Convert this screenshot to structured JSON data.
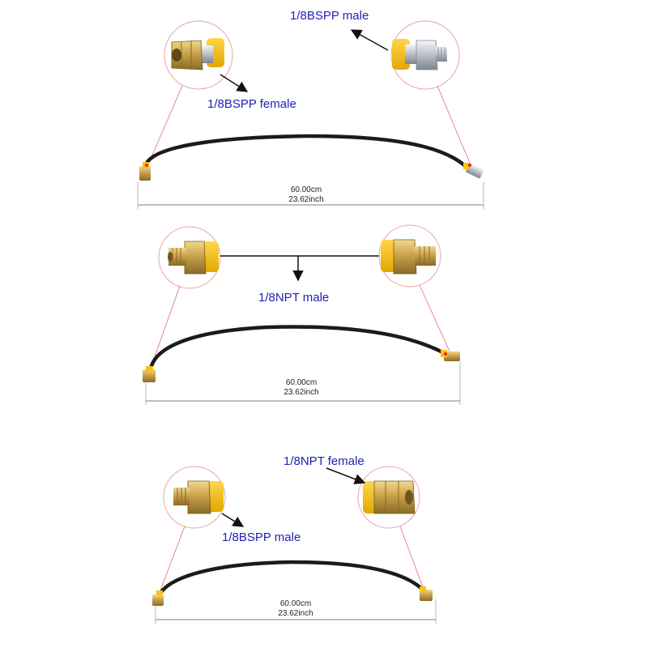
{
  "colors": {
    "label_text": "#1f1fb4",
    "hose": "#1b1b1b",
    "brass": "#c9a24a",
    "yellow_sleeve": "#f6c21a",
    "silver": "#c7ccd3",
    "circle_outline": "#e8a0a0",
    "leader_line": "#e05a5a"
  },
  "hoses": [
    {
      "id": "hose-1",
      "left_fitting": "1/8BSPP female",
      "right_fitting": "1/8BSPP male",
      "length_cm": "60.00cm",
      "length_inch": "23.62inch"
    },
    {
      "id": "hose-2",
      "fitting": "1/8NPT male",
      "length_cm": "60.00cm",
      "length_inch": "23.62inch"
    },
    {
      "id": "hose-3",
      "left_fitting": "1/8BSPP male",
      "right_fitting": "1/8NPT female",
      "length_cm": "60.00cm",
      "length_inch": "23.62inch"
    }
  ]
}
